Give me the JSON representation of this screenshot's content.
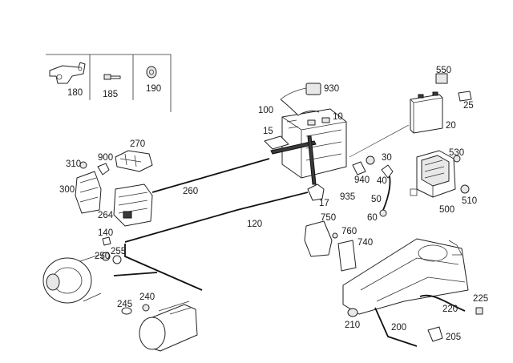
{
  "callouts": {
    "c180": "180",
    "c185": "185",
    "c190": "190",
    "c930": "930",
    "c100": "100",
    "c10": "10",
    "c15": "15",
    "c17": "17",
    "c550": "550",
    "c25": "25",
    "c20": "20",
    "c30": "30",
    "c940": "940",
    "c40": "40",
    "c935": "935",
    "c50": "50",
    "c60": "60",
    "c530": "530",
    "c510": "510",
    "c500": "500",
    "c270": "270",
    "c900": "900",
    "c310": "310",
    "c300": "300",
    "c264": "264",
    "c260": "260",
    "c120": "120",
    "c140": "140",
    "c250": "250",
    "c255": "255",
    "c240": "240",
    "c245": "245",
    "c750": "750",
    "c760": "760",
    "c740": "740",
    "c225": "225",
    "c220": "220",
    "c210": "210",
    "c200": "200",
    "c205": "205"
  },
  "icons": {
    "bracket": "bracket-icon",
    "bolt": "bolt-icon",
    "nut": "nut-icon",
    "battery": "battery-icon",
    "fuse_box": "fuse-box-icon",
    "alternator": "alternator-icon",
    "starter": "starter-motor-icon",
    "transmission": "transmission-icon"
  }
}
